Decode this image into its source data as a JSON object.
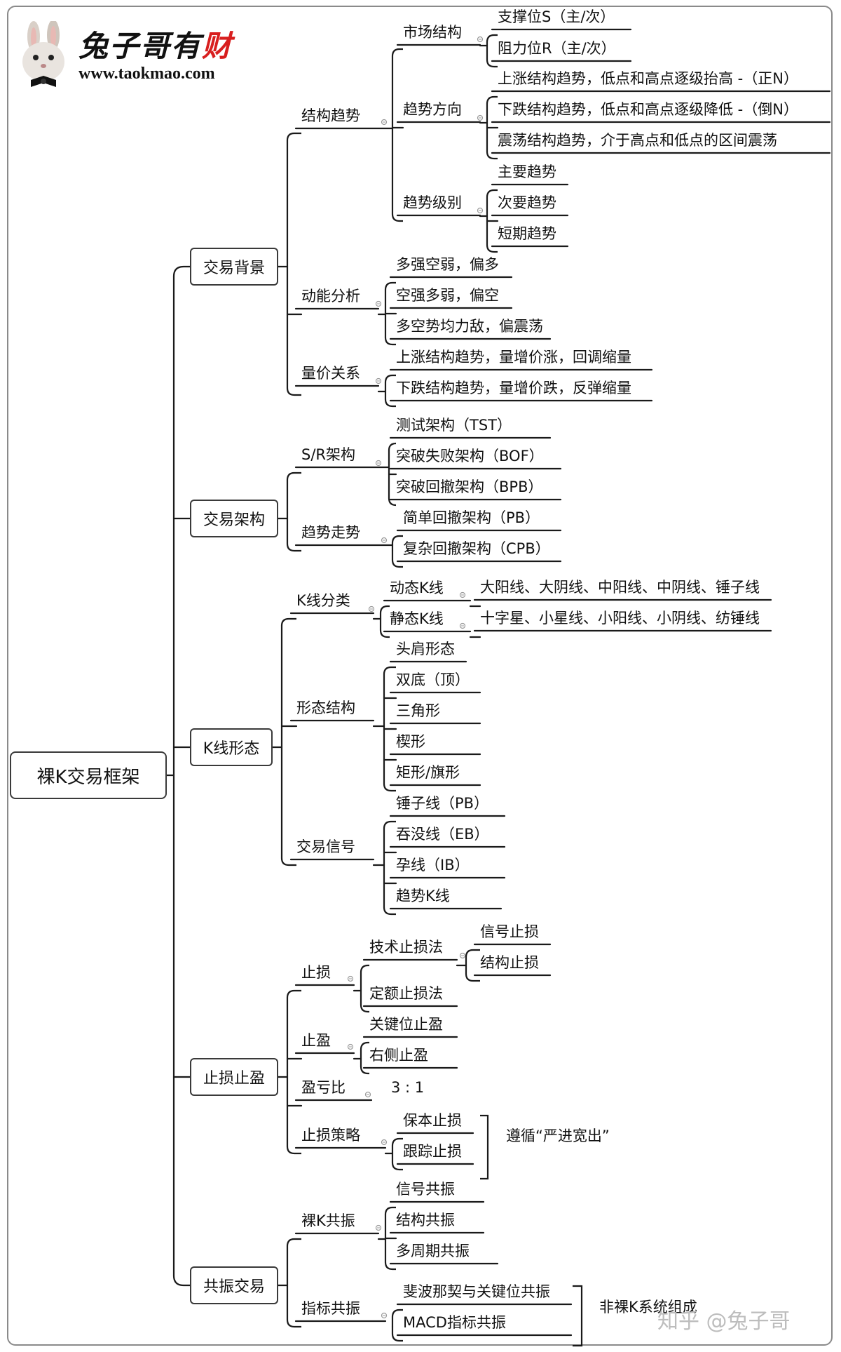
{
  "logo": {
    "brand_black": "兔子哥有",
    "brand_red": "财",
    "url": "www.taokmao.com"
  },
  "watermark": "知乎 @兔子哥",
  "root": "裸K交易框架",
  "sections": {
    "s1": "交易背景",
    "s2": "交易架构",
    "s3": "K线形态",
    "s4": "止损止盈",
    "s5": "共振交易"
  },
  "nodes": {
    "s1a": "结构趋势",
    "s1a1": "市场结构",
    "s1a1a": "支撑位S（主/次）",
    "s1a1b": "阻力位R（主/次）",
    "s1a2": "趋势方向",
    "s1a2a": "上涨结构趋势，低点和高点逐级抬高 -（正N）",
    "s1a2b": "下跌结构趋势，低点和高点逐级降低 -（倒N）",
    "s1a2c": "震荡结构趋势，介于高点和低点的区间震荡",
    "s1a3": "趋势级别",
    "s1a3a": "主要趋势",
    "s1a3b": "次要趋势",
    "s1a3c": "短期趋势",
    "s1b": "动能分析",
    "s1b1": "多强空弱，偏多",
    "s1b2": "空强多弱，偏空",
    "s1b3": "多空势均力敌，偏震荡",
    "s1c": "量价关系",
    "s1c1": "上涨结构趋势，量增价涨，回调缩量",
    "s1c2": "下跌结构趋势，量增价跌，反弹缩量",
    "s2a": "S/R架构",
    "s2a1": "测试架构（TST）",
    "s2a2": "突破失败架构（BOF）",
    "s2a3": "突破回撤架构（BPB）",
    "s2b": "趋势走势",
    "s2b1": "简单回撤架构（PB）",
    "s2b2": "复杂回撤架构（CPB）",
    "s3a": "K线分类",
    "s3a1": "动态K线",
    "s3a1a": "大阳线、大阴线、中阳线、中阴线、锤子线",
    "s3a2": "静态K线",
    "s3a2a": "十字星、小星线、小阳线、小阴线、纺锤线",
    "s3b": "形态结构",
    "s3b1": "头肩形态",
    "s3b2": "双底（顶）",
    "s3b3": "三角形",
    "s3b4": "楔形",
    "s3b5": "矩形/旗形",
    "s3c": "交易信号",
    "s3c1": "锤子线（PB）",
    "s3c2": "吞没线（EB）",
    "s3c3": "孕线（IB）",
    "s3c4": "趋势K线",
    "s4a": "止损",
    "s4a1": "技术止损法",
    "s4a1a": "信号止损",
    "s4a1b": "结构止损",
    "s4a2": "定额止损法",
    "s4b": "止盈",
    "s4b1": "关键位止盈",
    "s4b2": "右侧止盈",
    "s4c": "盈亏比",
    "s4c1": "3 : 1",
    "s4d": "止损策略",
    "s4d1": "保本止损",
    "s4d2": "跟踪止损",
    "s4d_note": "遵循“严进宽出”",
    "s5a": "裸K共振",
    "s5a1": "信号共振",
    "s5a2": "结构共振",
    "s5a3": "多周期共振",
    "s5b": "指标共振",
    "s5b1": "斐波那契与关键位共振",
    "s5b2": "MACD指标共振",
    "s5b_note": "非裸K系统组成"
  }
}
